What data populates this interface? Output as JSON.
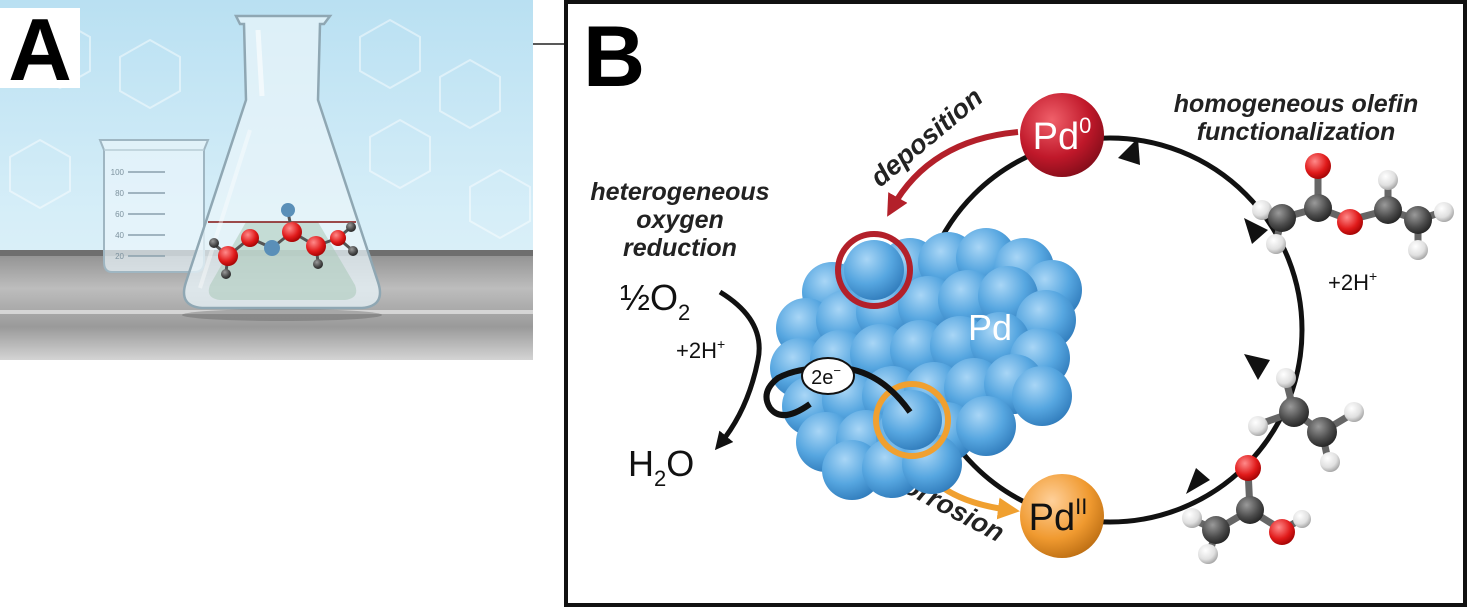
{
  "panel_a": {
    "letter": "A",
    "beaker_marks": [
      "100",
      "80",
      "60",
      "40",
      "20"
    ]
  },
  "panel_b": {
    "letter": "B",
    "pd0_base": "Pd",
    "pd0_sup": "0",
    "pd2_base": "Pd",
    "pd2_sup": "II",
    "cluster_label": "Pd",
    "deposition": "deposition",
    "corrosion": "corrosion",
    "hetero_line1": "heterogeneous",
    "hetero_line2": "oxygen",
    "hetero_line3": "reduction",
    "homo_line1": "homogeneous olefin",
    "homo_line2": "functionalization",
    "o2_frac": "½O",
    "o2_sub": "2",
    "h2o_h": "H",
    "h2o_sub": "2",
    "h2o_o": "O",
    "plus_2h_left": "+2H",
    "plus_2h_right": "+2H",
    "plus_sup": "+",
    "electrons": "2e",
    "electrons_sup": "−"
  },
  "colors": {
    "pd0": "#c0182a",
    "pd2": "#f09a30",
    "pd_sphere": "#56a6e0",
    "deposition_arrow": "#b3202a",
    "corrosion_arrow": "#f0a030",
    "oxygen_atom": "#e01a1a",
    "carbon_atom": "#4a4a4a",
    "hydrogen_atom": "#e0e0e0"
  }
}
